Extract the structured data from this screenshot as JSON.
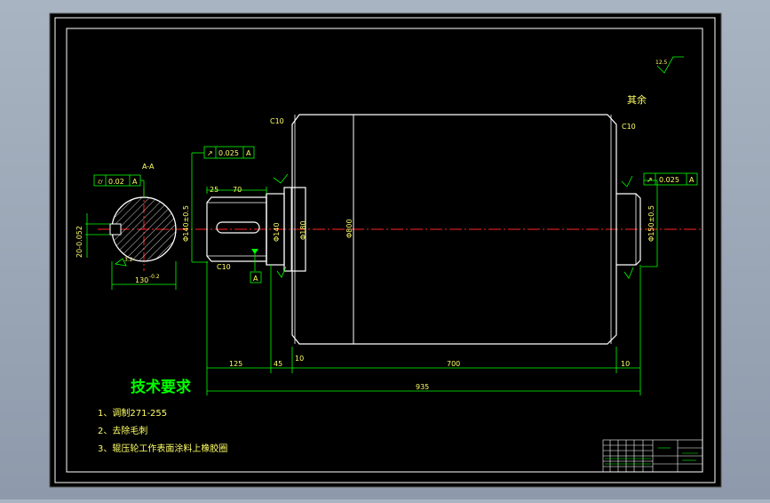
{
  "drawing": {
    "section_label": "A-A",
    "keyway_width_tol": "20-0.052",
    "section_dim": "130",
    "section_dim_tol": "-0.2",
    "roughness_label": "3.2",
    "tolerance_boxes": [
      {
        "symbol": "⌭",
        "value": "0.02",
        "datum": "A"
      },
      {
        "symbol": "↗",
        "value": "0.025",
        "datum": "A"
      },
      {
        "symbol": "↗",
        "value": "0.025",
        "datum": "A"
      }
    ],
    "datum_letter": "A",
    "dims": {
      "d25": "25",
      "d70": "70",
      "c10_left": "C10",
      "c10_top_left": "C10",
      "c10_top_right": "C10",
      "phi_shaft": "Φ140±0.5",
      "phi_key": "Φ140",
      "phi_collar": "Φ180",
      "phi_drum": "Φ800",
      "phi_right": "Φ150±0.5",
      "len_125": "125",
      "len_45": "45",
      "len_10a": "10",
      "len_700": "700",
      "len_10b": "10",
      "len_total": "935"
    },
    "other_finish_label": "其余",
    "other_finish_value": "12.5"
  },
  "tech_requirements": {
    "title": "技术要求",
    "items": [
      "1、调制271-255",
      "2、去除毛刺",
      "3、辊压轮工作表面涂料上橡胶圈"
    ]
  },
  "colors": {
    "background": "#000000",
    "outline": "#ffffff",
    "dimension": "#00ff00",
    "centerline": "#ff2222",
    "text_yellow": "#ffff66"
  }
}
